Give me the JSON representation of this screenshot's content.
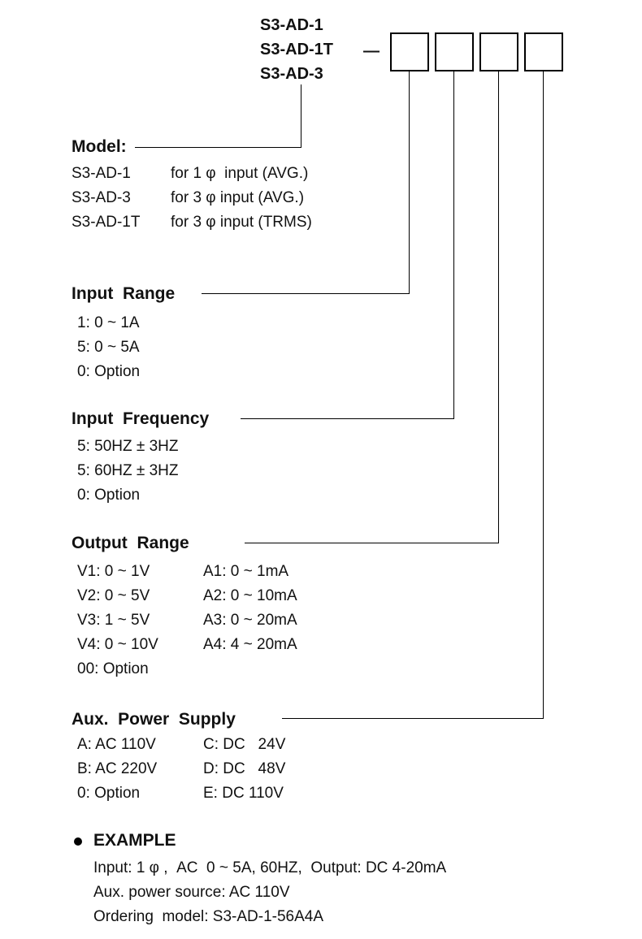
{
  "page": {
    "background": "#ffffff",
    "line_color": "#000000",
    "text_color": "#111111"
  },
  "header": {
    "models": [
      "S3-AD-1",
      "S3-AD-1T",
      "S3-AD-3"
    ],
    "separator": "—",
    "code_box_count": 4
  },
  "sections": {
    "model": {
      "title": "Model:",
      "rows": [
        {
          "code": "S3-AD-1",
          "desc": "for 1 φ  input (AVG.)"
        },
        {
          "code": "S3-AD-3",
          "desc": "for 3 φ input (AVG.)"
        },
        {
          "code": "S3-AD-1T",
          "desc": "for 3 φ input (TRMS)"
        }
      ]
    },
    "input_range": {
      "title": "Input  Range",
      "items": [
        "1: 0 ~ 1A",
        "5: 0 ~ 5A",
        "0: Option"
      ]
    },
    "input_frequency": {
      "title": "Input  Frequency",
      "items": [
        "5: 50HZ ± 3HZ",
        "5: 60HZ ± 3HZ",
        "0: Option"
      ]
    },
    "output_range": {
      "title": "Output  Range",
      "rows": [
        {
          "left": "V1: 0 ~ 1V",
          "right": "A1: 0 ~ 1mA"
        },
        {
          "left": "V2: 0 ~ 5V",
          "right": "A2: 0 ~ 10mA"
        },
        {
          "left": "V3: 1 ~ 5V",
          "right": "A3: 0 ~ 20mA"
        },
        {
          "left": "V4: 0 ~ 10V",
          "right": "A4: 4 ~ 20mA"
        },
        {
          "left": "00: Option",
          "right": ""
        }
      ]
    },
    "aux_power": {
      "title": "Aux.  Power  Supply",
      "rows": [
        {
          "left": "A: AC 110V",
          "right": "C: DC   24V"
        },
        {
          "left": "B: AC 220V",
          "right": "D: DC   48V"
        },
        {
          "left": "0: Option",
          "right": "E: DC 110V"
        }
      ]
    }
  },
  "example": {
    "title": "EXAMPLE",
    "lines": [
      "Input: 1 φ ,  AC  0 ~ 5A, 60HZ,  Output: DC 4-20mA",
      "Aux. power source: AC 110V",
      "Ordering  model: S3-AD-1-56A4A"
    ]
  }
}
